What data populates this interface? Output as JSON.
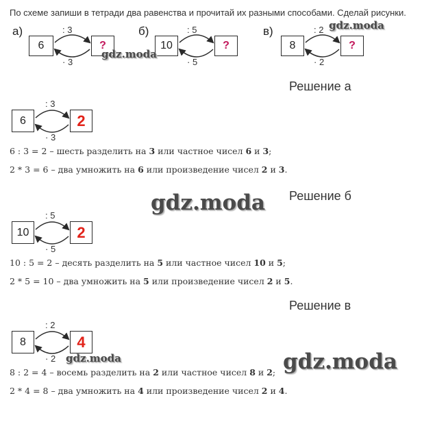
{
  "task": {
    "text": "По схеме запиши в тетради два равенства и прочитай их разными способами. Сделай рисунки."
  },
  "schemes": [
    {
      "letter": "а)",
      "left": "6",
      "right": "?",
      "top_op": ": 3",
      "bottom_op": "· 3"
    },
    {
      "letter": "б)",
      "left": "10",
      "right": "?",
      "top_op": ": 5",
      "bottom_op": "· 5"
    },
    {
      "letter": "в)",
      "left": "8",
      "right": "?",
      "top_op": ": 2",
      "bottom_op": "· 2"
    }
  ],
  "solutions": [
    {
      "heading": "Решение а",
      "left": "6",
      "right": "2",
      "top_op": ": 3",
      "bottom_op": "· 3",
      "line1": {
        "eq": "6 : 3 = 2",
        "t1": " – шесть разделить на ",
        "b1": "3",
        "t2": " или частное чисел ",
        "b2": "6",
        "t3": " и ",
        "b3": "3",
        "t4": ";"
      },
      "line2": {
        "eq": "2 * 3 = 6",
        "t1": " – два умножить на ",
        "b1": "6",
        "t2": " или произведение чисел ",
        "b2": "2",
        "t3": " и ",
        "b3": "3",
        "t4": "."
      }
    },
    {
      "heading": "Решение б",
      "left": "10",
      "right": "2",
      "top_op": ": 5",
      "bottom_op": "· 5",
      "line1": {
        "eq": "10 : 5 = 2",
        "t1": " – десять разделить на ",
        "b1": "5",
        "t2": " или частное чисел ",
        "b2": "10",
        "t3": " и ",
        "b3": "5",
        "t4": ";"
      },
      "line2": {
        "eq": "2 * 5 = 10",
        "t1": " – два умножить на ",
        "b1": "5",
        "t2": " или произведение чисел ",
        "b2": "2",
        "t3": " и ",
        "b3": "5",
        "t4": "."
      }
    },
    {
      "heading": "Решение в",
      "left": "8",
      "right": "4",
      "top_op": ": 2",
      "bottom_op": "· 2",
      "line1": {
        "eq": "8 : 2 = 4",
        "t1": " – восемь разделить на ",
        "b1": "2",
        "t2": " или частное чисел ",
        "b2": "8",
        "t3": " и ",
        "b3": "2",
        "t4": ";"
      },
      "line2": {
        "eq": "2 * 4 = 8",
        "t1": " – два умножить на ",
        "b1": "4",
        "t2": " или произведение чисел ",
        "b2": "2",
        "t3": " и ",
        "b3": "4",
        "t4": "."
      }
    }
  ],
  "watermark": {
    "text": "gdz.moda"
  },
  "colors": {
    "question_mark": "#c2185b",
    "answer": "#e2231a"
  }
}
